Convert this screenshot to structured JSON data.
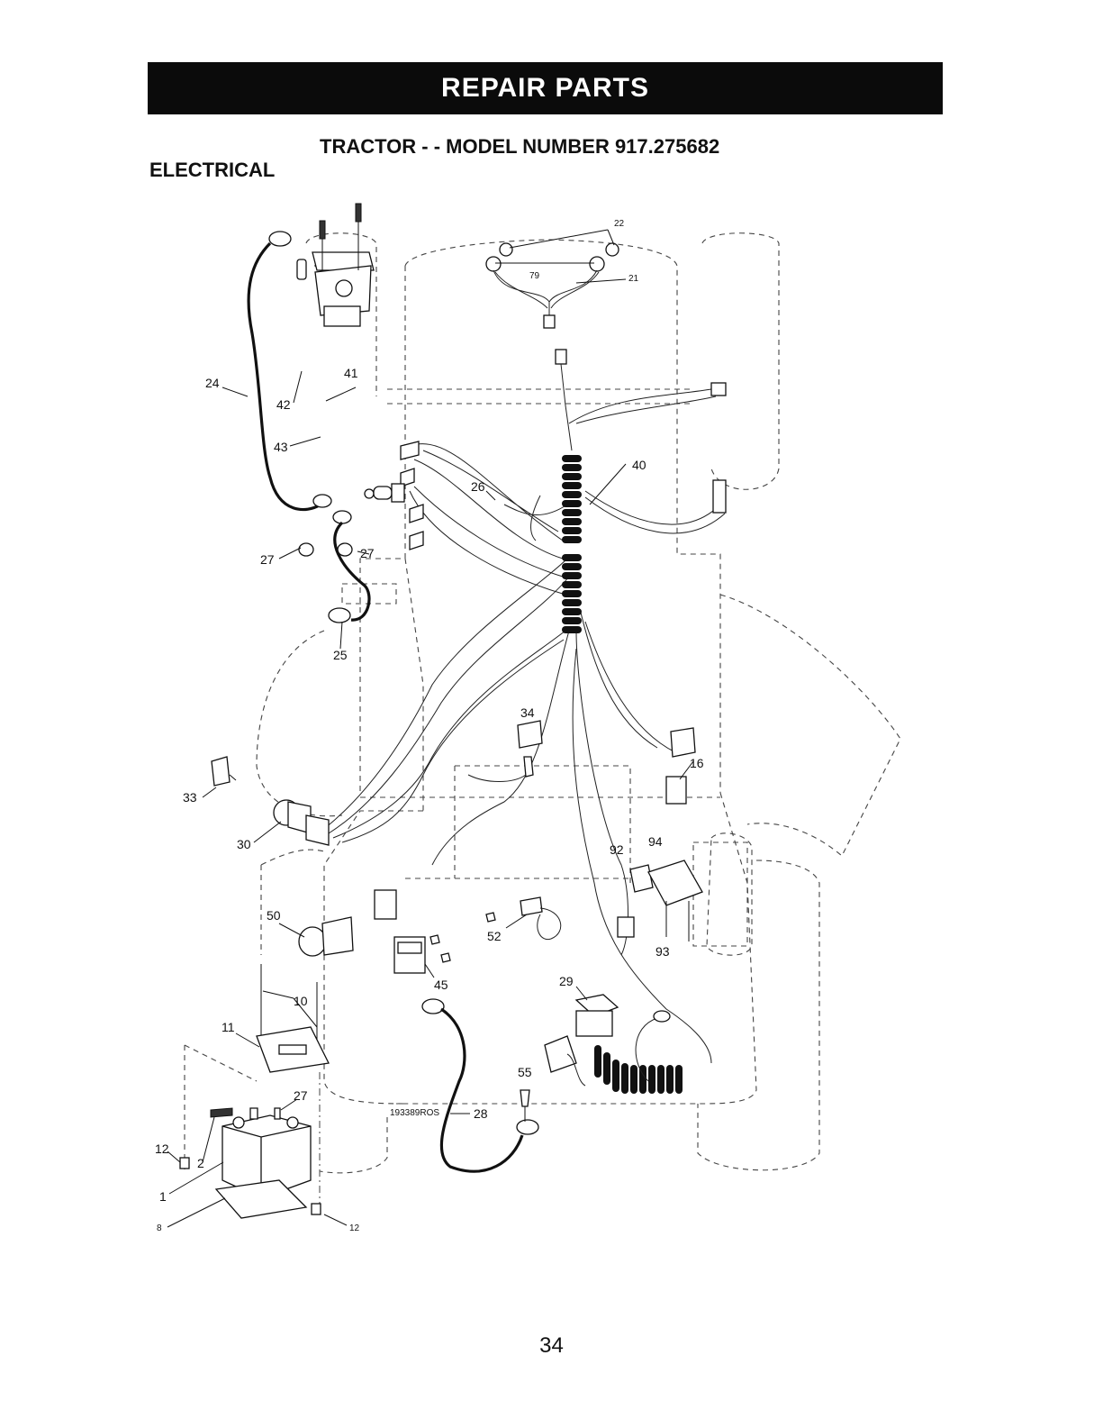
{
  "header": {
    "banner": "REPAIR PARTS",
    "model_title": "TRACTOR - - MODEL NUMBER 917.275682",
    "section": "ELECTRICAL"
  },
  "diagram": {
    "drawing_code": "193389ROS",
    "callouts": [
      "22",
      "79",
      "21",
      "24",
      "41",
      "42",
      "43",
      "40",
      "26",
      "27",
      "27",
      "25",
      "34",
      "16",
      "33",
      "30",
      "92",
      "94",
      "50",
      "52",
      "93",
      "10",
      "45",
      "29",
      "11",
      "55",
      "27",
      "28",
      "12",
      "2",
      "1",
      "8",
      "12"
    ]
  },
  "footer": {
    "page_number": "34"
  }
}
